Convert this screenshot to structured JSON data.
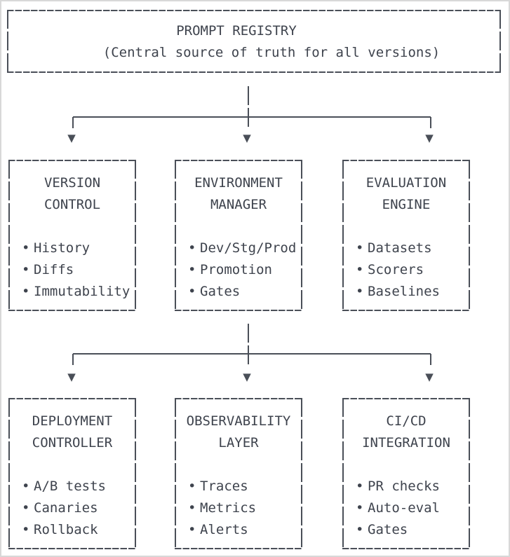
{
  "diagram": {
    "registry": {
      "title": "PROMPT REGISTRY",
      "subtitle": "(Central source of truth for all versions)"
    },
    "bullet": "•",
    "arrow": "▼",
    "nodes": [
      {
        "id": "version-control",
        "title": [
          "VERSION",
          "CONTROL"
        ],
        "items": [
          "History",
          "Diffs",
          "Immutability"
        ]
      },
      {
        "id": "environment-manager",
        "title": [
          "ENVIRONMENT",
          "MANAGER"
        ],
        "items": [
          "Dev/Stg/Prod",
          "Promotion",
          "Gates"
        ]
      },
      {
        "id": "evaluation-engine",
        "title": [
          "EVALUATION",
          "ENGINE"
        ],
        "items": [
          "Datasets",
          "Scorers",
          "Baselines"
        ]
      },
      {
        "id": "deployment-controller",
        "title": [
          "DEPLOYMENT",
          "CONTROLLER"
        ],
        "items": [
          "A/B tests",
          "Canaries",
          "Rollback"
        ]
      },
      {
        "id": "observability-layer",
        "title": [
          "OBSERVABILITY",
          "LAYER"
        ],
        "items": [
          "Traces",
          "Metrics",
          "Alerts"
        ]
      },
      {
        "id": "cicd-integration",
        "title": [
          "CI/CD",
          "INTEGRATION"
        ],
        "items": [
          "PR checks",
          "Auto-eval",
          "Gates"
        ]
      }
    ],
    "colors": {
      "line": "#4a4f58",
      "text": "#3e434d",
      "background": "#ffffff",
      "frame": "#d8d8d8"
    }
  }
}
